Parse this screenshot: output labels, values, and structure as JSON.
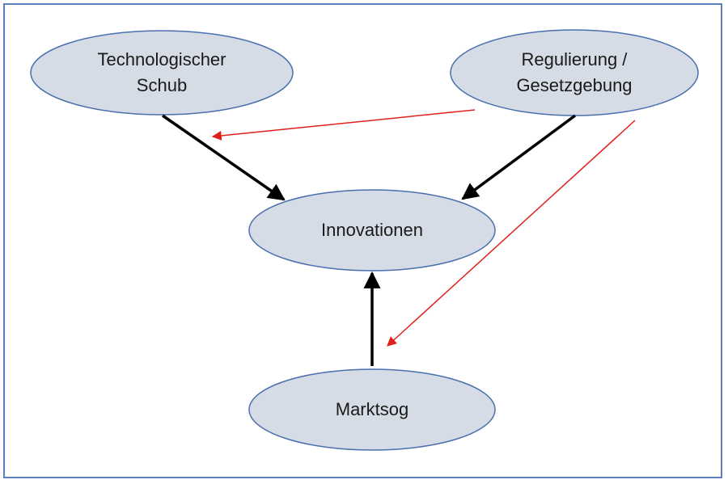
{
  "colors": {
    "node_fill": "#d6dce5",
    "node_stroke": "#4a6faf",
    "frame_border": "#5b7fbf",
    "black_arrow": "#000000",
    "red_arrow": "#e0201b"
  },
  "nodes": {
    "tech": {
      "label": "Technologischer\nSchub"
    },
    "regulation": {
      "label": "Regulierung /\nGesetzgebung"
    },
    "innovation": {
      "label": "Innovationen"
    },
    "market": {
      "label": "Marktsog"
    }
  },
  "edges": [
    {
      "from": "Technologischer Schub",
      "to": "Innovationen",
      "color": "black"
    },
    {
      "from": "Regulierung / Gesetzgebung",
      "to": "Innovationen",
      "color": "black"
    },
    {
      "from": "Marktsog",
      "to": "Innovationen",
      "color": "black"
    },
    {
      "from": "Regulierung / Gesetzgebung",
      "to": "Technologischer Schub",
      "color": "red"
    },
    {
      "from": "Regulierung / Gesetzgebung",
      "to": "Marktsog",
      "color": "red"
    }
  ]
}
